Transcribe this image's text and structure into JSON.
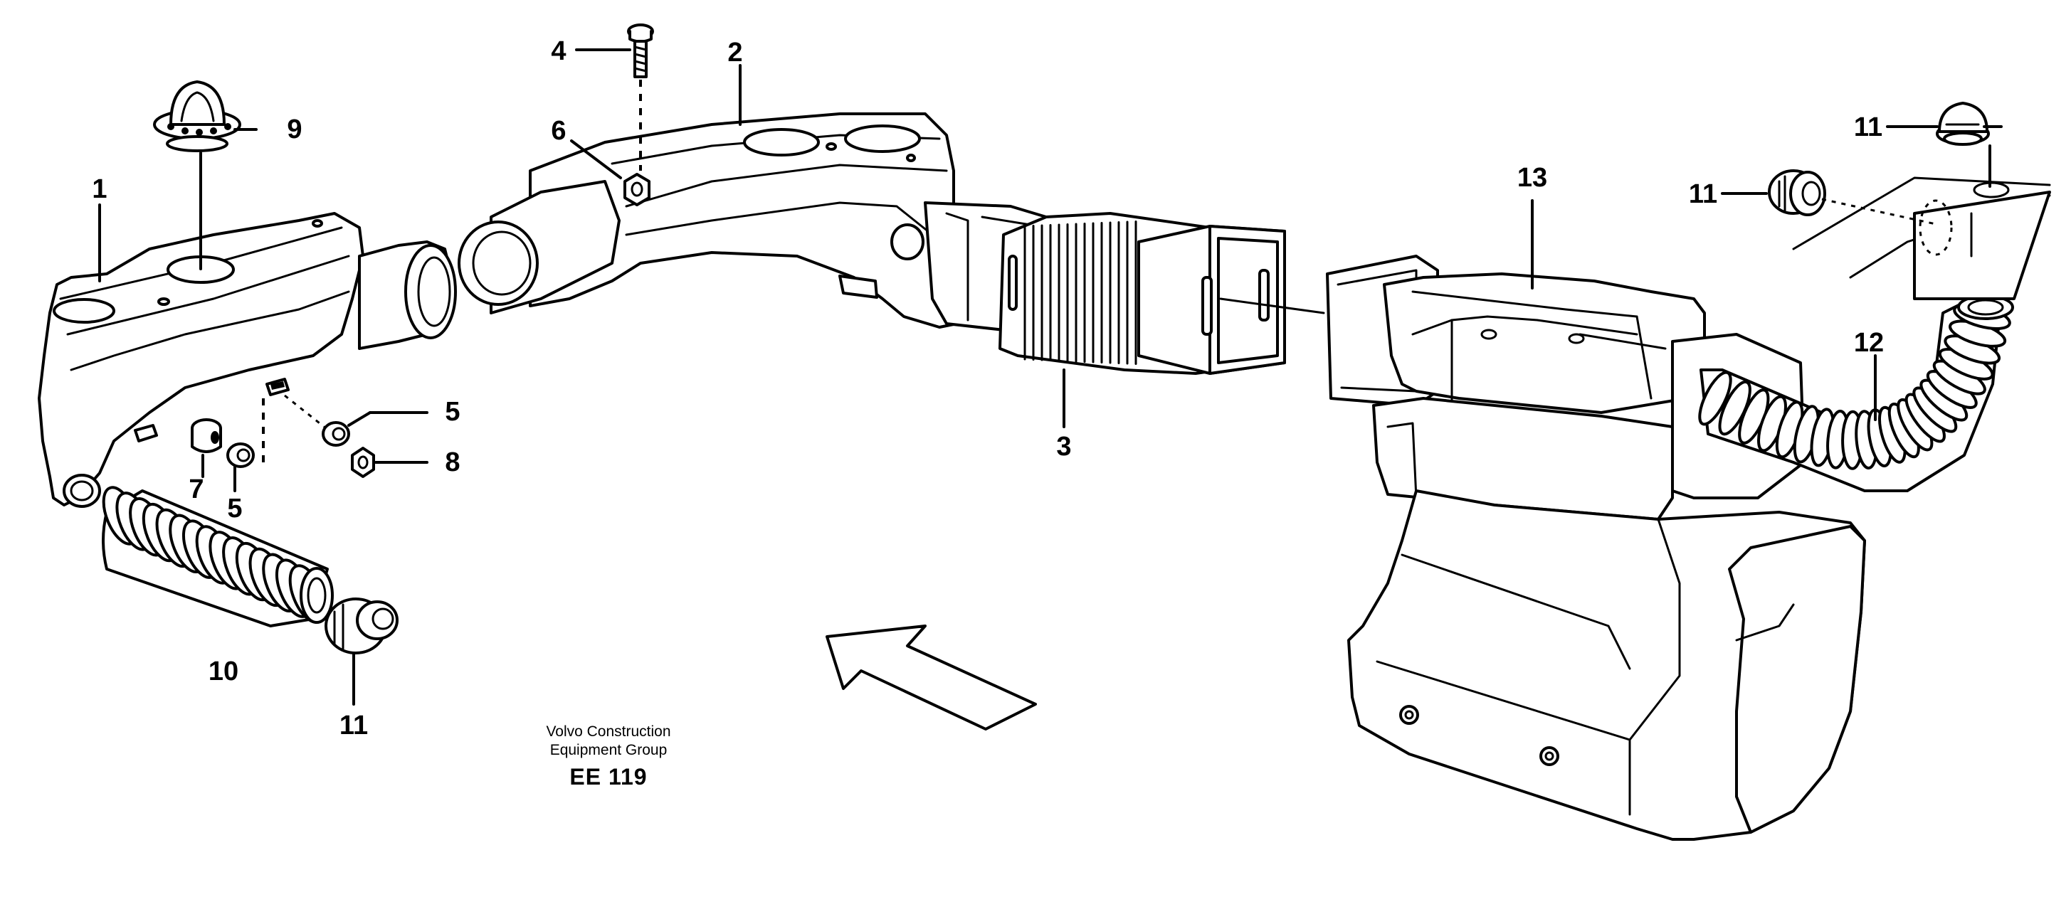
{
  "diagram": {
    "callouts": [
      "1",
      "2",
      "3",
      "4",
      "5",
      "5",
      "6",
      "7",
      "8",
      "9",
      "10",
      "11",
      "11",
      "11",
      "12",
      "13"
    ]
  },
  "credit": {
    "line1": "Volvo Construction",
    "line2": "Equipment Group",
    "code": "EE 119"
  }
}
